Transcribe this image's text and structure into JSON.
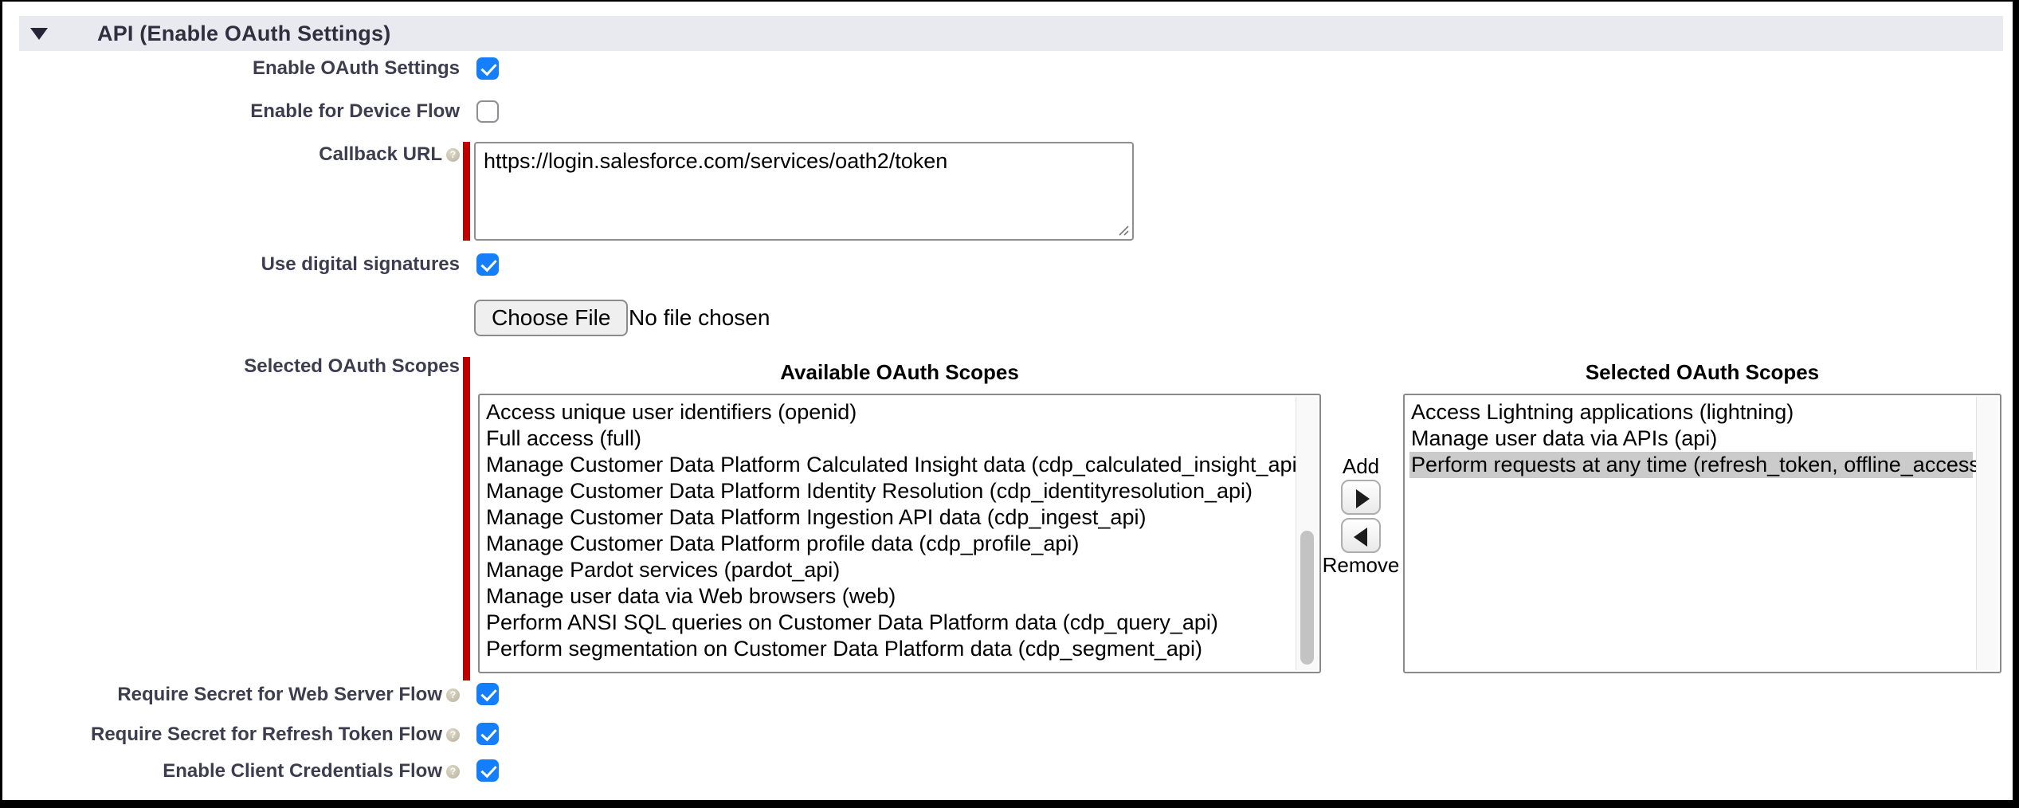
{
  "colors": {
    "accent_blue": "#157EFB",
    "required_red": "#C00000",
    "selection_gray": "#CBCBCB",
    "section_bar_bg": "#E9EAEF"
  },
  "icons": {
    "collapse": "triangle-down-icon",
    "help": "help-orb-icon",
    "add": "arrow-right-icon",
    "remove": "arrow-left-icon"
  },
  "section": {
    "title": "API (Enable OAuth Settings)"
  },
  "fields": {
    "enable_oauth": {
      "label": "Enable OAuth Settings",
      "checked": true
    },
    "device_flow": {
      "label": "Enable for Device Flow",
      "checked": false
    },
    "callback_url": {
      "label": "Callback URL",
      "value": "https://login.salesforce.com/services/oath2/token"
    },
    "digital_signatures": {
      "label": "Use digital signatures",
      "checked": true
    },
    "certificate": {
      "button_label": "Choose File",
      "status": "No file chosen"
    },
    "scopes": {
      "label": "Selected OAuth Scopes",
      "available_header": "Available OAuth Scopes",
      "selected_header": "Selected OAuth Scopes",
      "add_label": "Add",
      "remove_label": "Remove",
      "available": [
        {
          "text": "Access unique user identifiers (openid)",
          "highlighted": false
        },
        {
          "text": "Full access (full)",
          "highlighted": false
        },
        {
          "text": "Manage Customer Data Platform Calculated Insight data (cdp_calculated_insight_api)",
          "highlighted": false
        },
        {
          "text": "Manage Customer Data Platform Identity Resolution (cdp_identityresolution_api)",
          "highlighted": false
        },
        {
          "text": "Manage Customer Data Platform Ingestion API data (cdp_ingest_api)",
          "highlighted": false
        },
        {
          "text": "Manage Customer Data Platform profile data (cdp_profile_api)",
          "highlighted": false
        },
        {
          "text": "Manage Pardot services (pardot_api)",
          "highlighted": false
        },
        {
          "text": "Manage user data via Web browsers (web)",
          "highlighted": false
        },
        {
          "text": "Perform ANSI SQL queries on Customer Data Platform data (cdp_query_api)",
          "highlighted": false
        },
        {
          "text": "Perform segmentation on Customer Data Platform data (cdp_segment_api)",
          "highlighted": false
        }
      ],
      "selected": [
        {
          "text": "Access Lightning applications (lightning)",
          "highlighted": false
        },
        {
          "text": "Manage user data via APIs (api)",
          "highlighted": false
        },
        {
          "text": "Perform requests at any time (refresh_token, offline_access)",
          "highlighted": true
        }
      ]
    },
    "web_server_flow": {
      "label": "Require Secret for Web Server Flow",
      "checked": true
    },
    "refresh_token_flow": {
      "label": "Require Secret for Refresh Token Flow",
      "checked": true
    },
    "client_credentials_flow": {
      "label": "Enable Client Credentials Flow",
      "checked": true
    }
  }
}
